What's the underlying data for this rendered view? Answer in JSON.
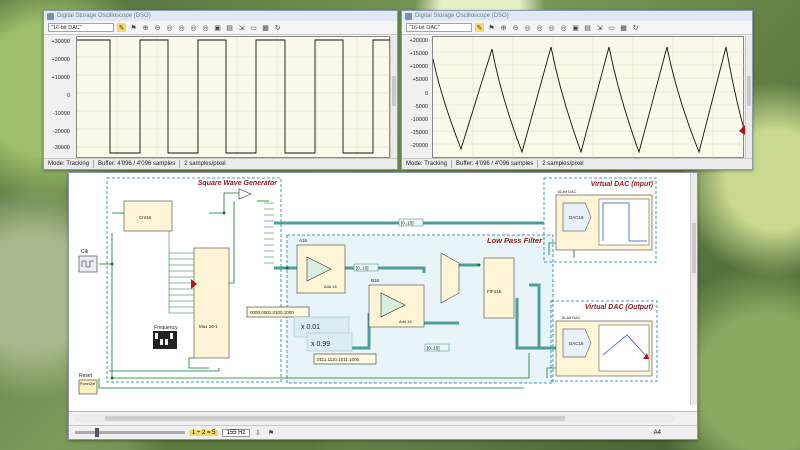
{
  "osc_left": {
    "title": "Digital Storage Oscilloscope (DSO)",
    "source": "\"16-bit DAC\"",
    "y_ticks": [
      "+30000",
      "+20000",
      "+10000",
      "0",
      "-10000",
      "-20000",
      "-30000"
    ],
    "status": {
      "mode": "Mode: Tracking",
      "buffer": "Buffer:  4'096 / 4'096 samples",
      "rate": "2 samples/pixel"
    }
  },
  "osc_right": {
    "title": "Digital Storage Oscilloscope (DSO)",
    "source": "\"16-bit DAC\"",
    "y_ticks": [
      "+20000",
      "+15000",
      "+10000",
      "+5000",
      "0",
      "-5000",
      "-10000",
      "-15000",
      "-20000"
    ],
    "status": {
      "mode": "Mode: Tracking",
      "buffer": "Buffer:  4'096 / 4'096 samples",
      "rate": "2 samples/pixel"
    }
  },
  "schematic": {
    "blocks": {
      "square_wave": "Square Wave Generator",
      "low_pass": "Low Pass Filter",
      "dac_in": "Virtual DAC (Input)",
      "dac_out": "Virtual DAC (Output)"
    },
    "components": {
      "cnt": "Cnt16",
      "mux": "Mux 16-1",
      "frequency": "Frequency",
      "clk": "Clk",
      "reset": "Reset",
      "reset_btn": "PoweOpe",
      "a16_top": "A16",
      "a16_bottom": "B16",
      "add_top": "Add 16",
      "add_bottom": "Add 16",
      "fifo": "FIFo16",
      "dac16": "DAC16",
      "dac16b": "DAC16",
      "dac_label": "16-bit DAC"
    },
    "bus_labels": {
      "b1": "[0..15]",
      "b2": "[0..15]",
      "b3": "[0..15]"
    },
    "binary_top": "0000.0001.0100.1000",
    "binary_bottom": "0111.1110.1011.1000",
    "mult_top": "x 0.01",
    "mult_bottom": "x 0.99"
  },
  "bottom": {
    "ratio": "1 ÷ 2 = 5",
    "freq": "155 Hz",
    "page": "A4"
  },
  "colors": {
    "accent": "#1a8a8a",
    "title_red": "#8b1a1a",
    "wire": "#0a7a28",
    "bus": "#4d9e98",
    "dashed": "#0b7fa5"
  }
}
